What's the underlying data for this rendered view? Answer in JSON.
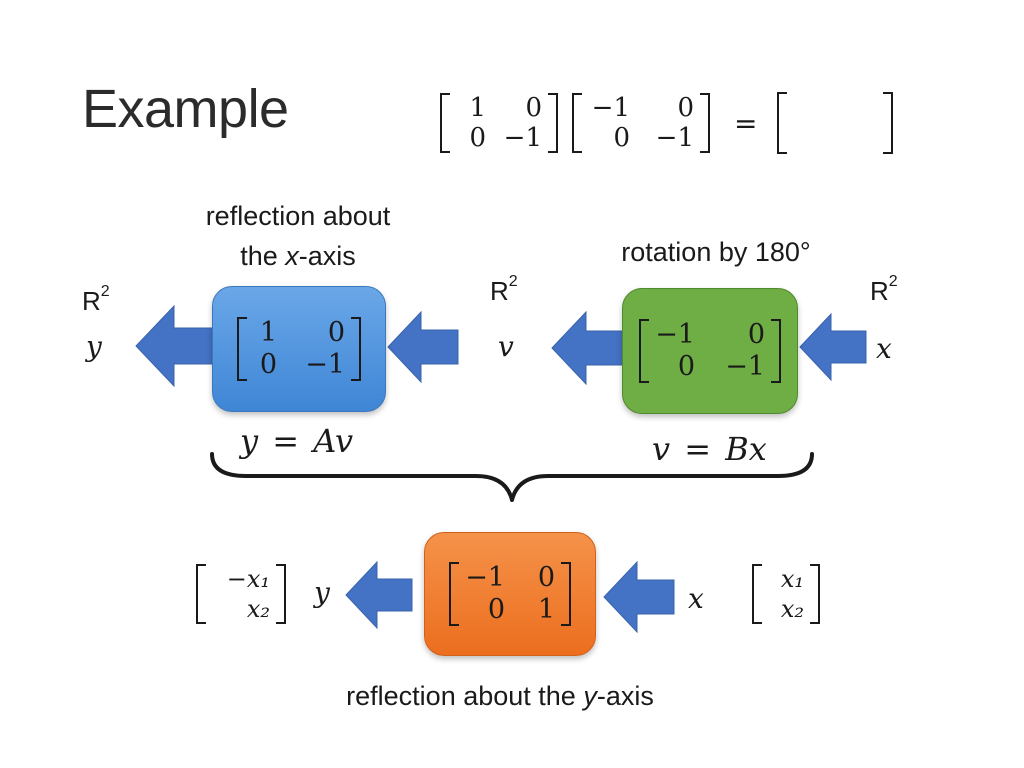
{
  "title": "Example",
  "top_equation": {
    "matrix_a": [
      [
        "1",
        "0"
      ],
      [
        "0",
        "−1"
      ]
    ],
    "matrix_b": [
      [
        "−1",
        "0"
      ],
      [
        "0",
        "−1"
      ]
    ],
    "equals": "="
  },
  "labels": {
    "reflection_x_line1": "reflection about",
    "reflection_x_line2_pre": "the ",
    "reflection_x_var": "x",
    "reflection_x_line2_post": "-axis",
    "rotation": "rotation by 180°",
    "reflection_y_pre": "reflection about the ",
    "reflection_y_var": "y",
    "reflection_y_post": "-axis"
  },
  "spaces": {
    "r2_base": "R",
    "r2_exp": "2"
  },
  "variables": {
    "y": "y",
    "v": "v",
    "x": "x"
  },
  "equations": {
    "y_eq": "y = Av",
    "v_eq": "v = Bx"
  },
  "matrices": {
    "A": [
      [
        "1",
        "0"
      ],
      [
        "0",
        "−1"
      ]
    ],
    "B": [
      [
        "−1",
        "0"
      ],
      [
        "0",
        "−1"
      ]
    ],
    "C": [
      [
        "−1",
        "0"
      ],
      [
        "0",
        "1"
      ]
    ]
  },
  "vectors": {
    "output": [
      "−x₁",
      "x₂"
    ],
    "input": [
      "x₁",
      "x₂"
    ]
  },
  "colors": {
    "arrow": "#4472c4",
    "box_a": "#4a8fdc",
    "box_b": "#6fad45",
    "box_c": "#ef7a2a"
  }
}
